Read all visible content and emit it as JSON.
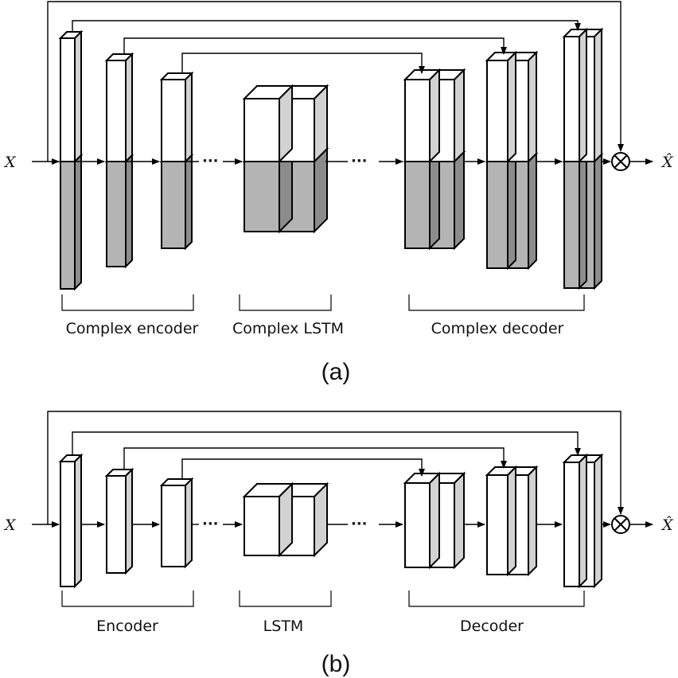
{
  "panel_a": {
    "input_label": "X",
    "output_label": "X̂",
    "ellipsis": "···",
    "encoder_label": "Complex encoder",
    "lstm_label": "Complex LSTM",
    "decoder_label": "Complex decoder",
    "caption": "(a)"
  },
  "panel_b": {
    "input_label": "X",
    "output_label": "X̂",
    "ellipsis": "···",
    "encoder_label": "Encoder",
    "lstm_label": "LSTM",
    "decoder_label": "Decoder",
    "caption": "(b)"
  },
  "colors": {
    "real_part": "#ffffff",
    "imag_part": "#b4b4b4",
    "side_light": "#d2d2d2",
    "side_dark": "#8c8c8c",
    "stroke": "#000000"
  }
}
